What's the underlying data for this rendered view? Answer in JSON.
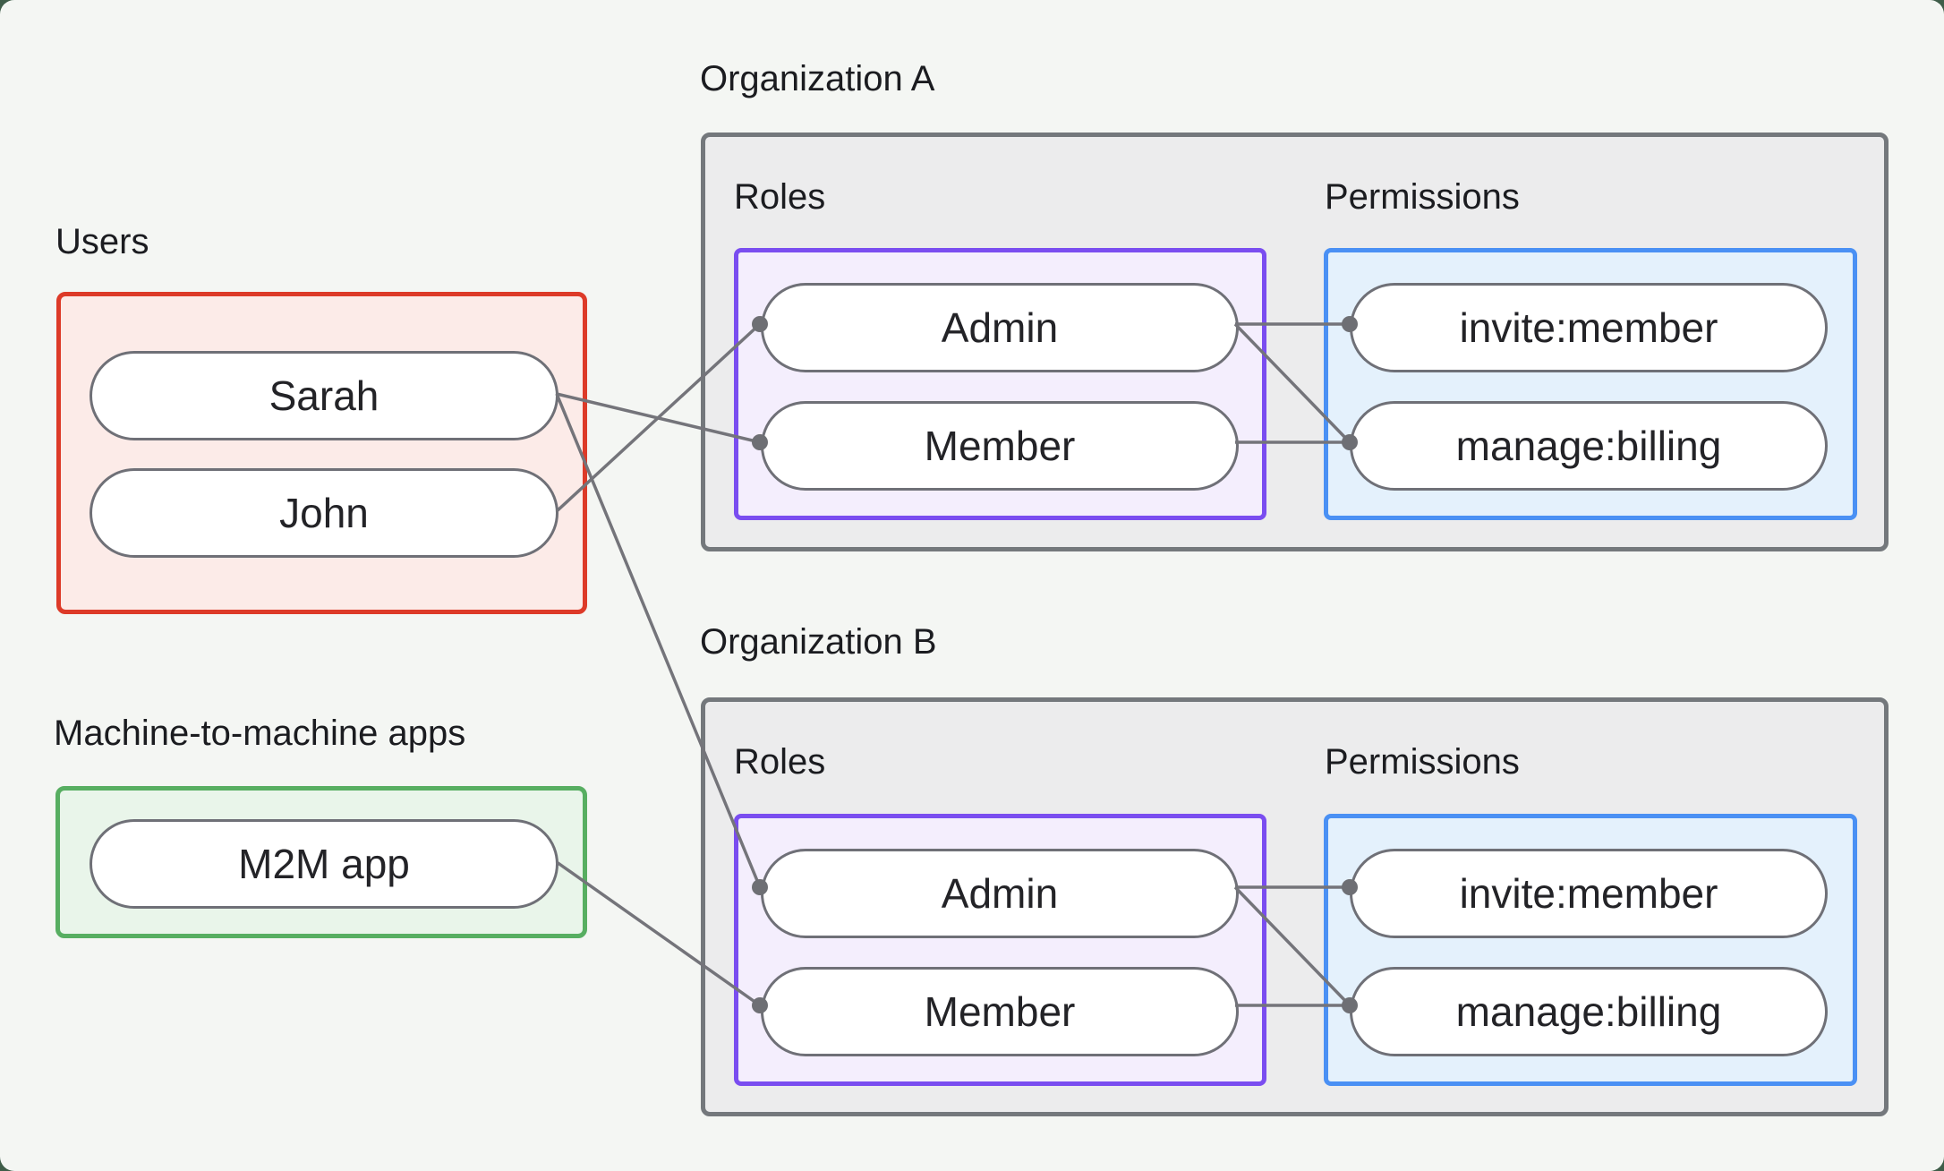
{
  "colors": {
    "page_bg": "#f4f6f3",
    "outer_bg": "#3f5d49",
    "heading_text": "#1b1c20",
    "pill_text": "#232327",
    "users_border": "#dd3a28",
    "users_fill": "#fcebe8",
    "m2m_border": "#57ae61",
    "m2m_fill": "#e9f5ea",
    "org_border": "#74787c",
    "org_fill": "#ececed",
    "roles_border": "#7a4df0",
    "roles_fill": "#f4eefd",
    "permissions_border": "#4a90f4",
    "permissions_fill": "#e4f1fc",
    "pill_border": "#6f7077",
    "pill_fill": "#ffffff",
    "connector": "#74747a",
    "dot": "#6e6f74"
  },
  "users_group": {
    "label": "Users",
    "users": [
      {
        "id": "sarah",
        "label": "Sarah"
      },
      {
        "id": "john",
        "label": "John"
      }
    ]
  },
  "m2m_group": {
    "label": "Machine-to-machine apps",
    "apps": [
      {
        "id": "m2m",
        "label": "M2M app"
      }
    ]
  },
  "organizations": [
    {
      "id": "orgA",
      "title": "Organization A",
      "roles_heading": "Roles",
      "permissions_heading": "Permissions",
      "roles": [
        {
          "id": "admin",
          "label": "Admin"
        },
        {
          "id": "member",
          "label": "Member"
        }
      ],
      "permissions": [
        {
          "id": "invite",
          "label": "invite:member"
        },
        {
          "id": "manage",
          "label": "manage:billing"
        }
      ]
    },
    {
      "id": "orgB",
      "title": "Organization B",
      "roles_heading": "Roles",
      "permissions_heading": "Permissions",
      "roles": [
        {
          "id": "admin",
          "label": "Admin"
        },
        {
          "id": "member",
          "label": "Member"
        }
      ],
      "permissions": [
        {
          "id": "invite",
          "label": "invite:member"
        },
        {
          "id": "manage",
          "label": "manage:billing"
        }
      ]
    }
  ],
  "edges": [
    {
      "from": "sarah",
      "to": "orgA.member"
    },
    {
      "from": "john",
      "to": "orgA.admin"
    },
    {
      "from": "sarah",
      "to": "orgB.admin"
    },
    {
      "from": "m2m",
      "to": "orgB.member"
    },
    {
      "from": "orgA.admin",
      "to": "orgA.invite"
    },
    {
      "from": "orgA.admin",
      "to": "orgA.manage"
    },
    {
      "from": "orgA.member",
      "to": "orgA.manage"
    },
    {
      "from": "orgB.admin",
      "to": "orgB.invite"
    },
    {
      "from": "orgB.admin",
      "to": "orgB.manage"
    },
    {
      "from": "orgB.member",
      "to": "orgB.manage"
    }
  ]
}
